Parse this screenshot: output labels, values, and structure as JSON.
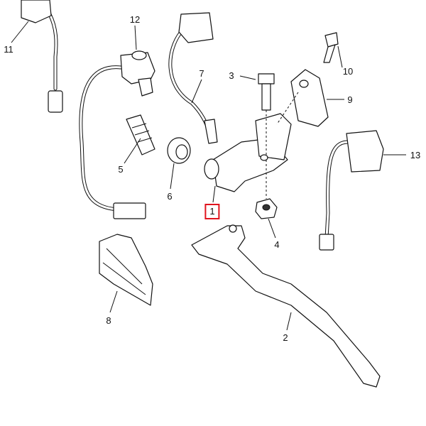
{
  "diagram": {
    "highlight_color": "#e0141e",
    "callouts": [
      {
        "id": "1",
        "label": "1",
        "highlighted": true
      },
      {
        "id": "2",
        "label": "2"
      },
      {
        "id": "3",
        "label": "3"
      },
      {
        "id": "4",
        "label": "4"
      },
      {
        "id": "5",
        "label": "5"
      },
      {
        "id": "6",
        "label": "6"
      },
      {
        "id": "7",
        "label": "7"
      },
      {
        "id": "8",
        "label": "8"
      },
      {
        "id": "9",
        "label": "9"
      },
      {
        "id": "10",
        "label": "10"
      },
      {
        "id": "11",
        "label": "11"
      },
      {
        "id": "12",
        "label": "12"
      },
      {
        "id": "13",
        "label": "13"
      }
    ]
  }
}
